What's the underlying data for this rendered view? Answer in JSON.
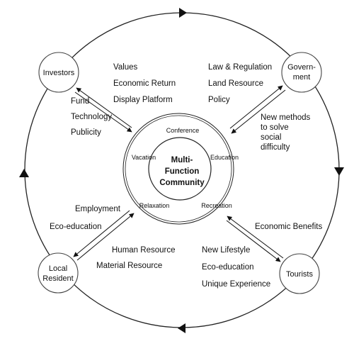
{
  "actors": {
    "investors": "Investors",
    "government": [
      "Govern-",
      "ment"
    ],
    "local_resident": [
      "Local",
      "Resident"
    ],
    "tourists": "Tourists"
  },
  "center": {
    "title": [
      "Multi-",
      "Function",
      "Community"
    ],
    "functions": {
      "conference": "Conference",
      "vacation": "Vacation",
      "education": "Education",
      "relaxation": "Relaxation",
      "recreation": "Recreation"
    }
  },
  "flows": {
    "community_to_investors": [
      "Values",
      "Economic Return",
      "Display Platform"
    ],
    "investors_to_community": [
      "Fund",
      "Technology",
      "Publicity"
    ],
    "community_to_government": [
      "Law & Regulation",
      "Land Resource",
      "Policy"
    ],
    "government_to_community": [
      "New methods",
      "to solve",
      "social",
      "difficulty"
    ],
    "community_to_resident": [
      "Employment",
      "Eco-education"
    ],
    "resident_to_community": [
      "Human Resource",
      "Material Resource"
    ],
    "tourists_to_community": [
      "Economic Benefits"
    ],
    "community_to_tourists": [
      "New Lifestyle",
      "Eco-education",
      "Unique Experience"
    ]
  }
}
